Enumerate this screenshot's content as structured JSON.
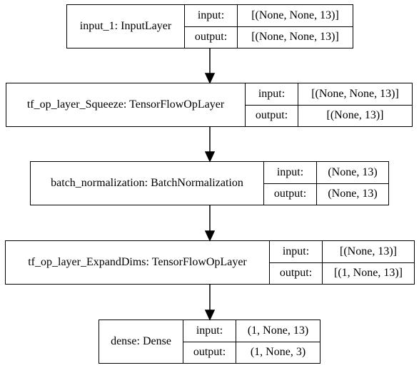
{
  "layers": [
    {
      "name": "input_1: InputLayer",
      "input_label": "input:",
      "output_label": "output:",
      "input_value": "[(None, None, 13)]",
      "output_value": "[(None, None, 13)]"
    },
    {
      "name": "tf_op_layer_Squeeze: TensorFlowOpLayer",
      "input_label": "input:",
      "output_label": "output:",
      "input_value": "[(None, None, 13)]",
      "output_value": "[(None, 13)]"
    },
    {
      "name": "batch_normalization: BatchNormalization",
      "input_label": "input:",
      "output_label": "output:",
      "input_value": "(None, 13)",
      "output_value": "(None, 13)"
    },
    {
      "name": "tf_op_layer_ExpandDims: TensorFlowOpLayer",
      "input_label": "input:",
      "output_label": "output:",
      "input_value": "[(None, 13)]",
      "output_value": "[(1, None, 13)]"
    },
    {
      "name": "dense: Dense",
      "input_label": "input:",
      "output_label": "output:",
      "input_value": "(1, None, 13)",
      "output_value": "(1, None, 3)"
    }
  ]
}
